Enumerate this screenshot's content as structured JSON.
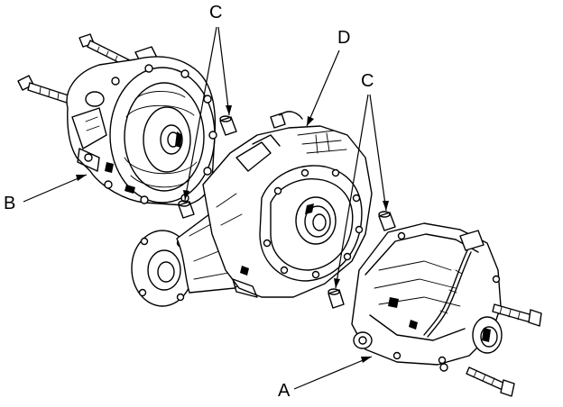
{
  "callouts": {
    "a": "A",
    "b": "B",
    "c_left": "C",
    "c_right": "C",
    "d": "D"
  },
  "colors": {
    "ink": "#000000",
    "background": "#ffffff"
  }
}
